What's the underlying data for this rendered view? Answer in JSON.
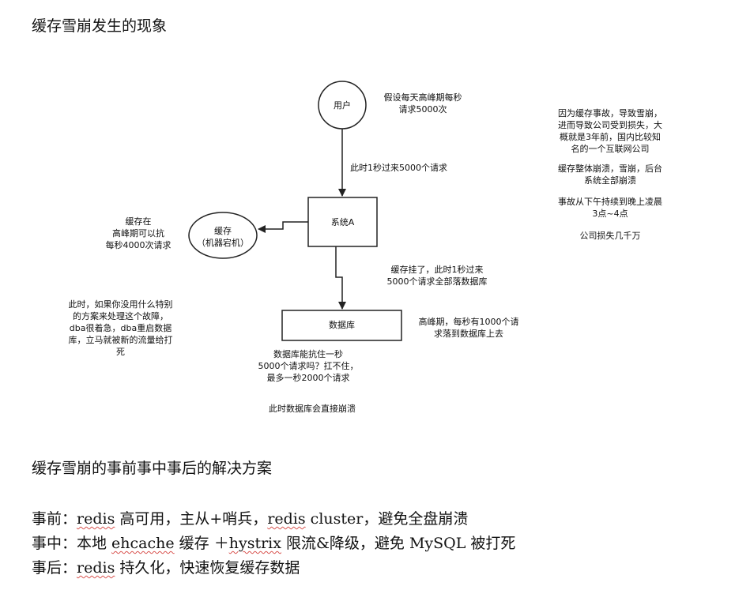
{
  "title": "缓存雪崩发生的现象",
  "diagram": {
    "user_node": "用户",
    "user_note": [
      "假设每天高峰期每秒",
      "请求5000次"
    ],
    "arrow1_label": "此时1秒过来5000个请求",
    "system_node": "系统A",
    "cache_node": [
      "缓存",
      "（机器宕机）"
    ],
    "cache_note": [
      "缓存在",
      "高峰期可以抗",
      "每秒4000次请求"
    ],
    "arrow2_label": [
      "缓存挂了，此时1秒过来",
      "5000个请求全部落数据库"
    ],
    "db_node": "数据库",
    "db_note": [
      "高峰期，每秒有1000个请",
      "求落到数据库上去"
    ],
    "db_question": [
      "数据库能抗住一秒",
      "5000个请求吗？扛不住，",
      "最多一秒2000个请求"
    ],
    "db_crash": "此时数据库会直接崩溃",
    "left_note": [
      "此时，如果你没用什么特别",
      "的方案来处理这个故障，",
      "dba很着急，dba重启数据",
      "库，立马就被新的流量给打",
      "死"
    ],
    "right_notes": [
      [
        "因为缓存事故，导致雪崩，",
        "进而导致公司受到损失，大",
        "概就是3年前，国内比较知",
        "名的一个互联网公司"
      ],
      [
        "缓存整体崩溃，雪崩，后台",
        "系统全部崩溃"
      ],
      [
        "事故从下午持续到晚上凌晨",
        "3点~4点"
      ],
      [
        "公司损失几千万"
      ]
    ]
  },
  "solution_title": "缓存雪崩的事前事中事后的解决方案",
  "solutions": {
    "before": {
      "prefix": "事前：",
      "w1": "redis",
      "t1": " 高可用，主从+哨兵，",
      "w2": "redis",
      "t2": " cluster，避免全盘崩溃"
    },
    "during": {
      "prefix": "事中：本地 ",
      "w1": "ehcache",
      "t1": " 缓存 ＋",
      "w2": "hystrix",
      "t2": " 限流&降级，避免 MySQL 被打死"
    },
    "after": {
      "prefix": "事后：",
      "w1": "redis",
      "t1": " 持久化，快速恢复缓存数据"
    }
  }
}
